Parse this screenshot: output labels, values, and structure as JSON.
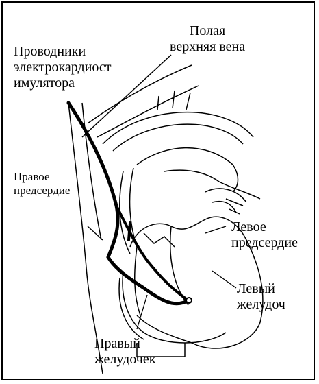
{
  "labels": {
    "pacer_leads": "Проводники\nэлектрокардиост\nимулятора",
    "svc": "Полая\nверхняя вена",
    "right_atrium": "Правое\nпредсердие",
    "left_atrium": "Левое\nпредсердие",
    "left_ventricle": "Левый\nжелудоч",
    "right_ventricle": "Правый\nжелудочек"
  },
  "colors": {
    "ink": "#000000",
    "paper": "#ffffff"
  }
}
